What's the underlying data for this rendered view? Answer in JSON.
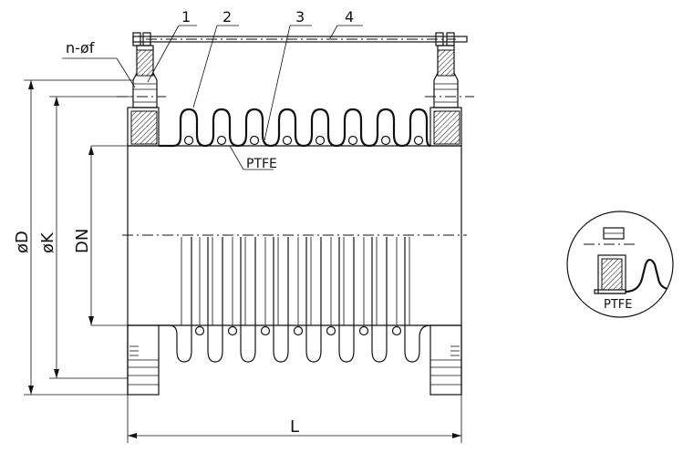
{
  "drawing": {
    "part_numbers": [
      "1",
      "2",
      "3",
      "4"
    ],
    "bolt_label": "n-øf",
    "material_label": "PTFE",
    "detail_material_label": "PTFE",
    "dim_D": "øD",
    "dim_K": "øK",
    "dim_DN": "DN",
    "dim_L": "L"
  }
}
